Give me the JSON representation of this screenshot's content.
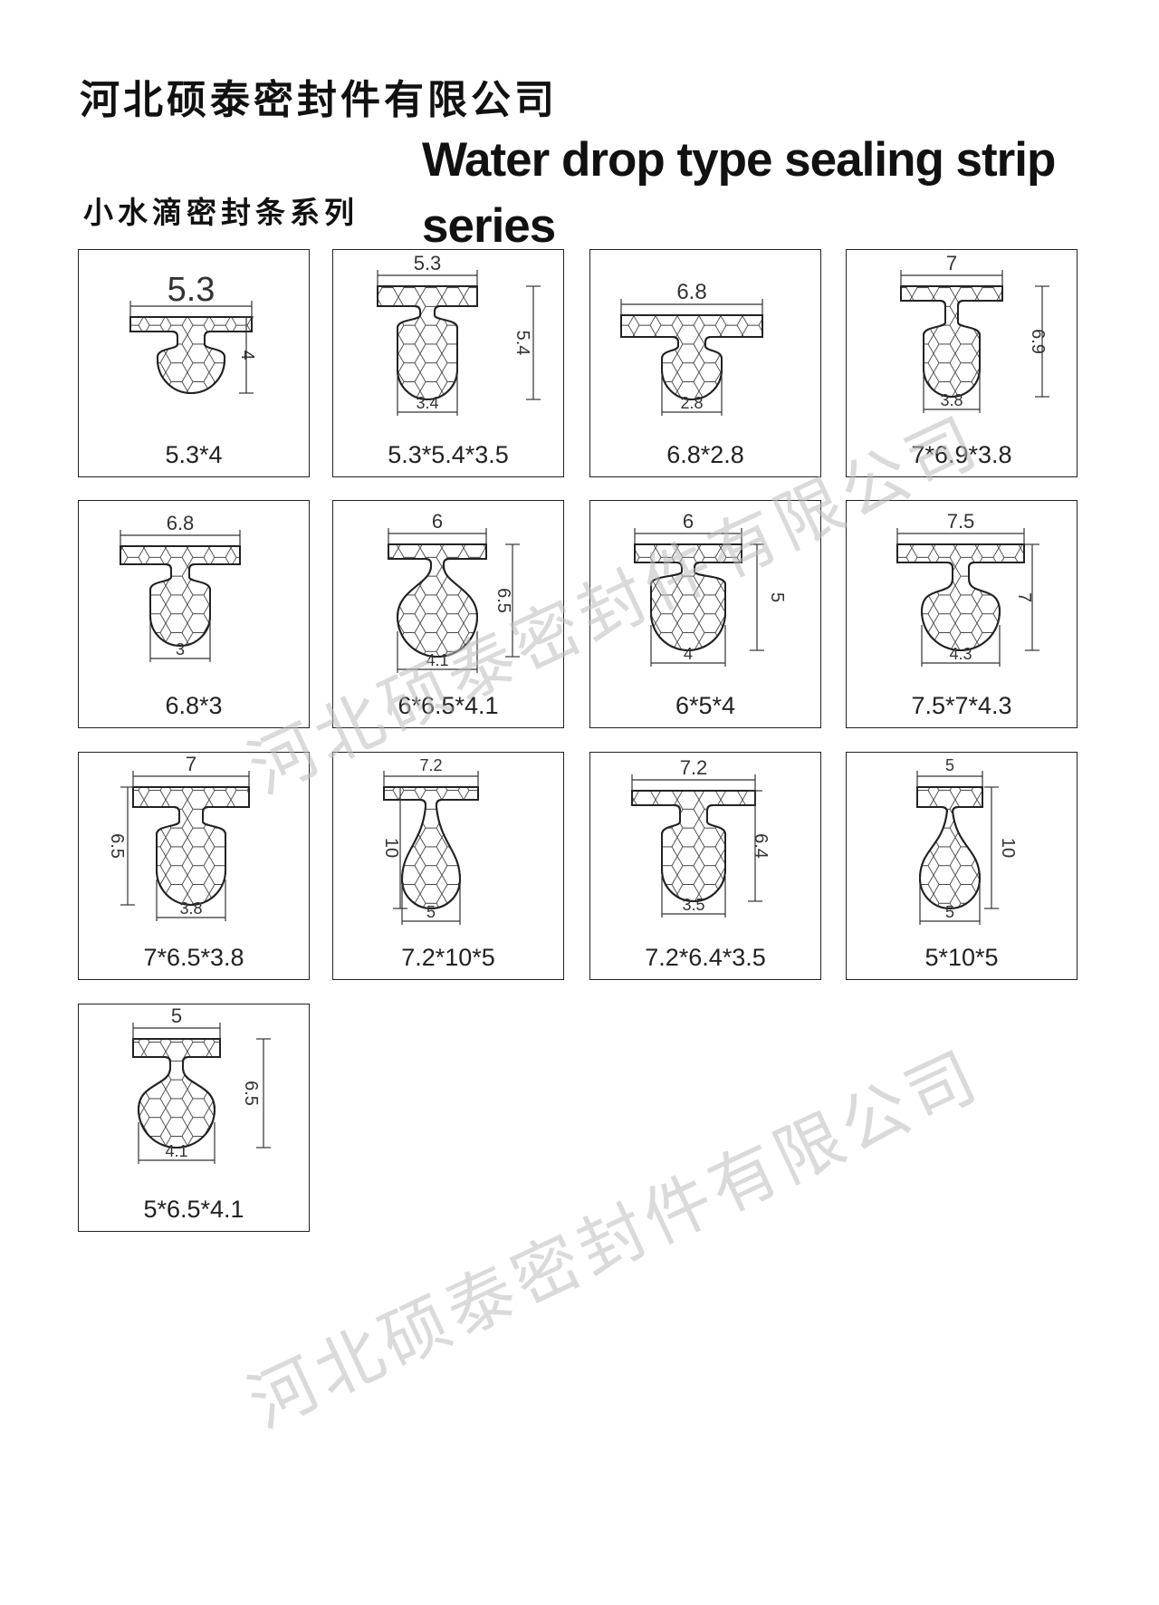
{
  "header": {
    "company": "河北硕泰密封件有限公司",
    "series_cn": "小水滴密封条系列",
    "series_en": "Water drop type sealing strip series"
  },
  "watermark": "河北硕泰密封件有限公司",
  "products": [
    {
      "caption": "5.3*4",
      "top": "5.3",
      "height": "4",
      "bottom": ""
    },
    {
      "caption": "5.3*5.4*3.5",
      "top": "5.3",
      "height": "5.4",
      "bottom": "3.4"
    },
    {
      "caption": "6.8*2.8",
      "top": "6.8",
      "height": "",
      "bottom": "2.8"
    },
    {
      "caption": "7*6.9*3.8",
      "top": "7",
      "height": "6.9",
      "bottom": "3.8"
    },
    {
      "caption": "6.8*3",
      "top": "6.8",
      "height": "",
      "bottom": "3"
    },
    {
      "caption": "6*6.5*4.1",
      "top": "6",
      "height": "6.5",
      "bottom": "4.1"
    },
    {
      "caption": "6*5*4",
      "top": "6",
      "height": "5",
      "bottom": "4"
    },
    {
      "caption": "7.5*7*4.3",
      "top": "7.5",
      "height": "7",
      "bottom": "4.3"
    },
    {
      "caption": "7*6.5*3.8",
      "top": "7",
      "height": "6.5",
      "bottom": "3.8"
    },
    {
      "caption": "7.2*10*5",
      "top": "7.2",
      "height": "10",
      "bottom": "5"
    },
    {
      "caption": "7.2*6.4*3.5",
      "top": "7.2",
      "height": "6.4",
      "bottom": "3.5"
    },
    {
      "caption": "5*10*5",
      "top": "5",
      "height": "10",
      "bottom": "5"
    },
    {
      "caption": "5*6.5*4.1",
      "top": "5",
      "height": "6.5",
      "bottom": "4.1"
    }
  ]
}
